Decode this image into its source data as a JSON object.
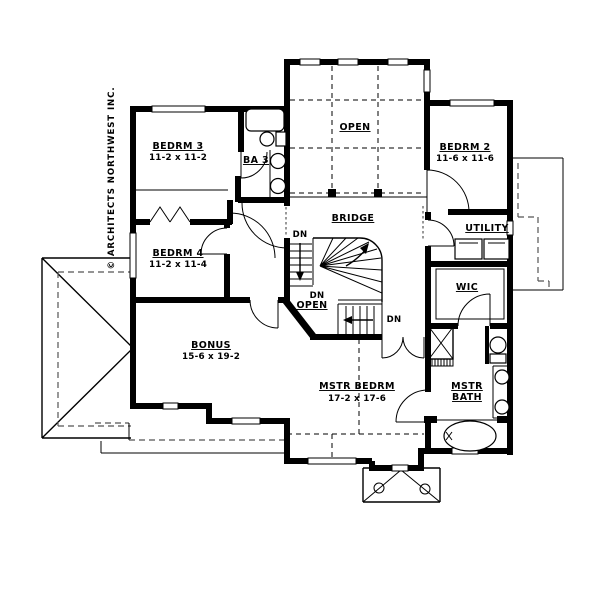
{
  "meta": {
    "credit": "© ARCHITECTS NORTHWEST INC."
  },
  "rooms": {
    "bedrm3": {
      "name": "BEDRM 3",
      "dims": "11-2 x 11-2"
    },
    "ba3": {
      "name": "BA 3"
    },
    "open_above": {
      "name": "OPEN"
    },
    "bedrm2": {
      "name": "BEDRM 2",
      "dims": "11-6 x 11-6"
    },
    "bridge": {
      "name": "BRIDGE"
    },
    "utility": {
      "name": "UTILITY"
    },
    "bedrm4": {
      "name": "BEDRM 4",
      "dims": "11-2 x 11-4"
    },
    "bonus": {
      "name": "BONUS",
      "dims": "15-6 x 19-2"
    },
    "open_stair": {
      "name": "OPEN"
    },
    "mstr_bedrm": {
      "name": "MSTR BEDRM",
      "dims": "17-2 x 17-6"
    },
    "wic": {
      "name": "WIC"
    },
    "mstr_bath": {
      "line1": "MSTR",
      "line2": "BATH"
    }
  },
  "stairs": {
    "dn_upper": "DN",
    "dn_mid": "DN",
    "dn_lower": "DN"
  },
  "colors": {
    "line": "#000000",
    "background": "#ffffff",
    "dashed": "#555555"
  }
}
